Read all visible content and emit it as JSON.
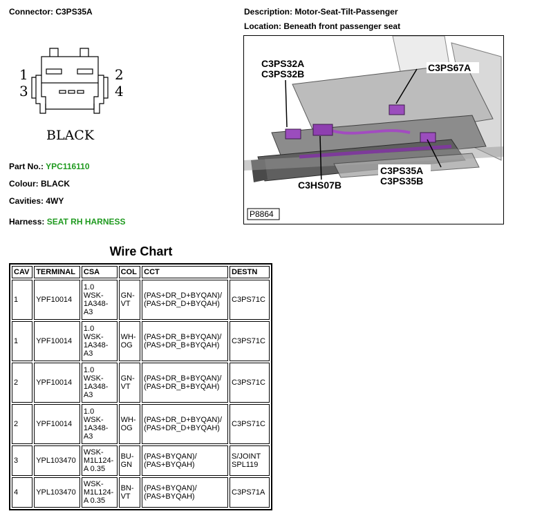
{
  "connector": {
    "label": "Connector:",
    "value": "C3PS35A"
  },
  "description": {
    "label": "Description:",
    "value": "Motor-Seat-Tilt-Passenger"
  },
  "location": {
    "label": "Location:",
    "value": "Beneath front passenger seat"
  },
  "diagram": {
    "pins": [
      "1",
      "2",
      "3",
      "4"
    ],
    "color_text": "BLACK"
  },
  "part_no": {
    "label": "Part No.:",
    "value": "YPC116110"
  },
  "colour": {
    "label": "Colour:",
    "value": "BLACK"
  },
  "cavities": {
    "label": "Cavities:",
    "value": "4WY"
  },
  "harness": {
    "label": "Harness:",
    "value": "SEAT RH HARNESS"
  },
  "photo": {
    "callouts": {
      "c3ps32a": "C3PS32A",
      "c3ps32b": "C3PS32B",
      "c3ps67a": "C3PS67A",
      "c3ps35a": "C3PS35A",
      "c3ps35b": "C3PS35B",
      "c3hs07b": "C3HS07B"
    },
    "figure_id": "P8864"
  },
  "wire_chart": {
    "title": "Wire Chart",
    "headers": {
      "cav": "CAV",
      "terminal": "TERMINAL",
      "csa": "CSA",
      "col": "COL",
      "cct": "CCT",
      "destn": "DESTN"
    },
    "rows": [
      {
        "cav": "1",
        "terminal": "YPF10014",
        "csa": [
          "1.0",
          "WSK-",
          "1A348-",
          "A3"
        ],
        "col": [
          "GN-",
          "VT"
        ],
        "cct": [
          "(PAS+DR_D+BYQAN)/",
          "(PAS+DR_D+BYQAH)"
        ],
        "destn": [
          "C3PS71C"
        ]
      },
      {
        "cav": "1",
        "terminal": "YPF10014",
        "csa": [
          "1.0",
          "WSK-",
          "1A348-",
          "A3"
        ],
        "col": [
          "WH-",
          "OG"
        ],
        "cct": [
          "(PAS+DR_B+BYQAN)/",
          "(PAS+DR_B+BYQAH)"
        ],
        "destn": [
          "C3PS71C"
        ]
      },
      {
        "cav": "2",
        "terminal": "YPF10014",
        "csa": [
          "1.0",
          "WSK-",
          "1A348-",
          "A3"
        ],
        "col": [
          "GN-",
          "VT"
        ],
        "cct": [
          "(PAS+DR_B+BYQAN)/",
          "(PAS+DR_B+BYQAH)"
        ],
        "destn": [
          "C3PS71C"
        ]
      },
      {
        "cav": "2",
        "terminal": "YPF10014",
        "csa": [
          "1.0",
          "WSK-",
          "1A348-",
          "A3"
        ],
        "col": [
          "WH-",
          "OG"
        ],
        "cct": [
          "(PAS+DR_D+BYQAN)/",
          "(PAS+DR_D+BYQAH)"
        ],
        "destn": [
          "C3PS71C"
        ]
      },
      {
        "cav": "3",
        "terminal": "YPL103470",
        "csa": [
          "WSK-",
          "M1L124-",
          "A 0.35"
        ],
        "col": [
          "BU-",
          "GN"
        ],
        "cct": [
          "(PAS+BYQAN)/",
          "(PAS+BYQAH)"
        ],
        "destn": [
          "S/JOINT",
          "SPL119"
        ]
      },
      {
        "cav": "4",
        "terminal": "YPL103470",
        "csa": [
          "WSK-",
          "M1L124-",
          "A 0.35"
        ],
        "col": [
          "BN-",
          "VT"
        ],
        "cct": [
          "(PAS+BYQAN)/",
          "(PAS+BYQAH)"
        ],
        "destn": [
          "C3PS71A"
        ]
      }
    ]
  }
}
